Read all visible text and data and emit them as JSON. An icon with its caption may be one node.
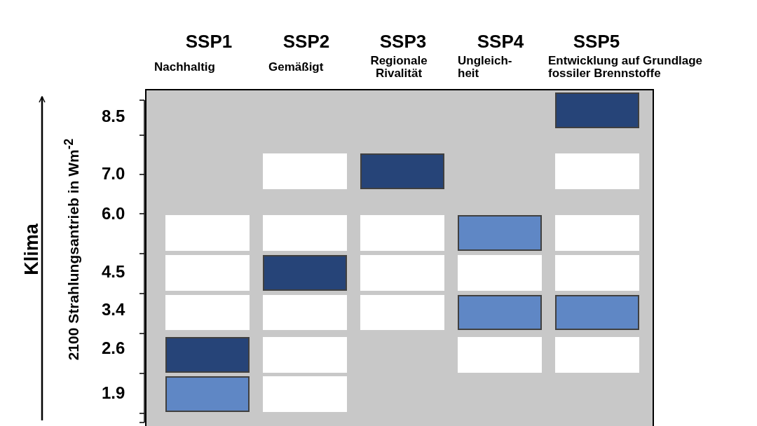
{
  "diagram": {
    "nodes": [
      {
        "text": [],
        "shape": "box"
      },
      {
        "text": [],
        "shape": "box",
        "in": 0
      },
      {
        "text": [],
        "shape": "box",
        "in": 0
      },
      {
        "text": [],
        "shape": "box",
        "in": 0
      },
      {
        "text": [],
        "shape": "box",
        "in": 0
      },
      {
        "text": [],
        "shape": "box",
        "in": 0
      },
      {
        "text": [],
        "shape": "box",
        "in": 0
      },
      {
        "text": [],
        "shape": "box",
        "in": 0
      },
      {
        "text": [],
        "shape": "box",
        "in": 0
      },
      {
        "text": [],
        "shape": "box",
        "in": 0
      },
      {
        "text": [],
        "shape": "box",
        "in": 0
      },
      {
        "text": [],
        "shape": "box",
        "in": 0
      },
      {
        "text": [],
        "shape": "box",
        "in": 0
      },
      {
        "text": [],
        "shape": "box",
        "in": 0
      },
      {
        "text": [],
        "shape": "box",
        "in": 0
      },
      {
        "text": [],
        "shape": "box",
        "in": 0
      },
      {
        "text": [],
        "shape": "box",
        "in": 0
      },
      {
        "text": [],
        "shape": "box",
        "in": 0
      },
      {
        "text": [],
        "shape": "box",
        "in": 0
      },
      {
        "text": [],
        "shape": "box",
        "in": 0
      },
      {
        "text": [],
        "shape": "box",
        "in": 0
      },
      {
        "text": [],
        "shape": "box",
        "in": 0
      },
      {
        "text": [],
        "shape": "box",
        "in": 0
      },
      {
        "text": [],
        "shape": "box",
        "in": 0
      },
      {
        "text": [],
        "shape": "box",
        "in": 0
      },
      {
        "text": [],
        "shape": "box",
        "in": 0
      }
    ],
    "labels": [
      "SSP1",
      "SSP2",
      "SSP3",
      "SSP4",
      "SSP5",
      "Nachhaltig",
      "Gemäßigt",
      "Regionale Rivalität",
      "Ungleich- heit",
      "Entwicklung auf Grundlage fossiler Brennstoffe",
      "2100 Strahlungsantrieb in Wm$^{-2}$",
      "Klima",
      "8.5",
      "7.0",
      "6.0",
      "4.5",
      "3.4",
      "2.6",
      "1.9"
    ]
  }
}
